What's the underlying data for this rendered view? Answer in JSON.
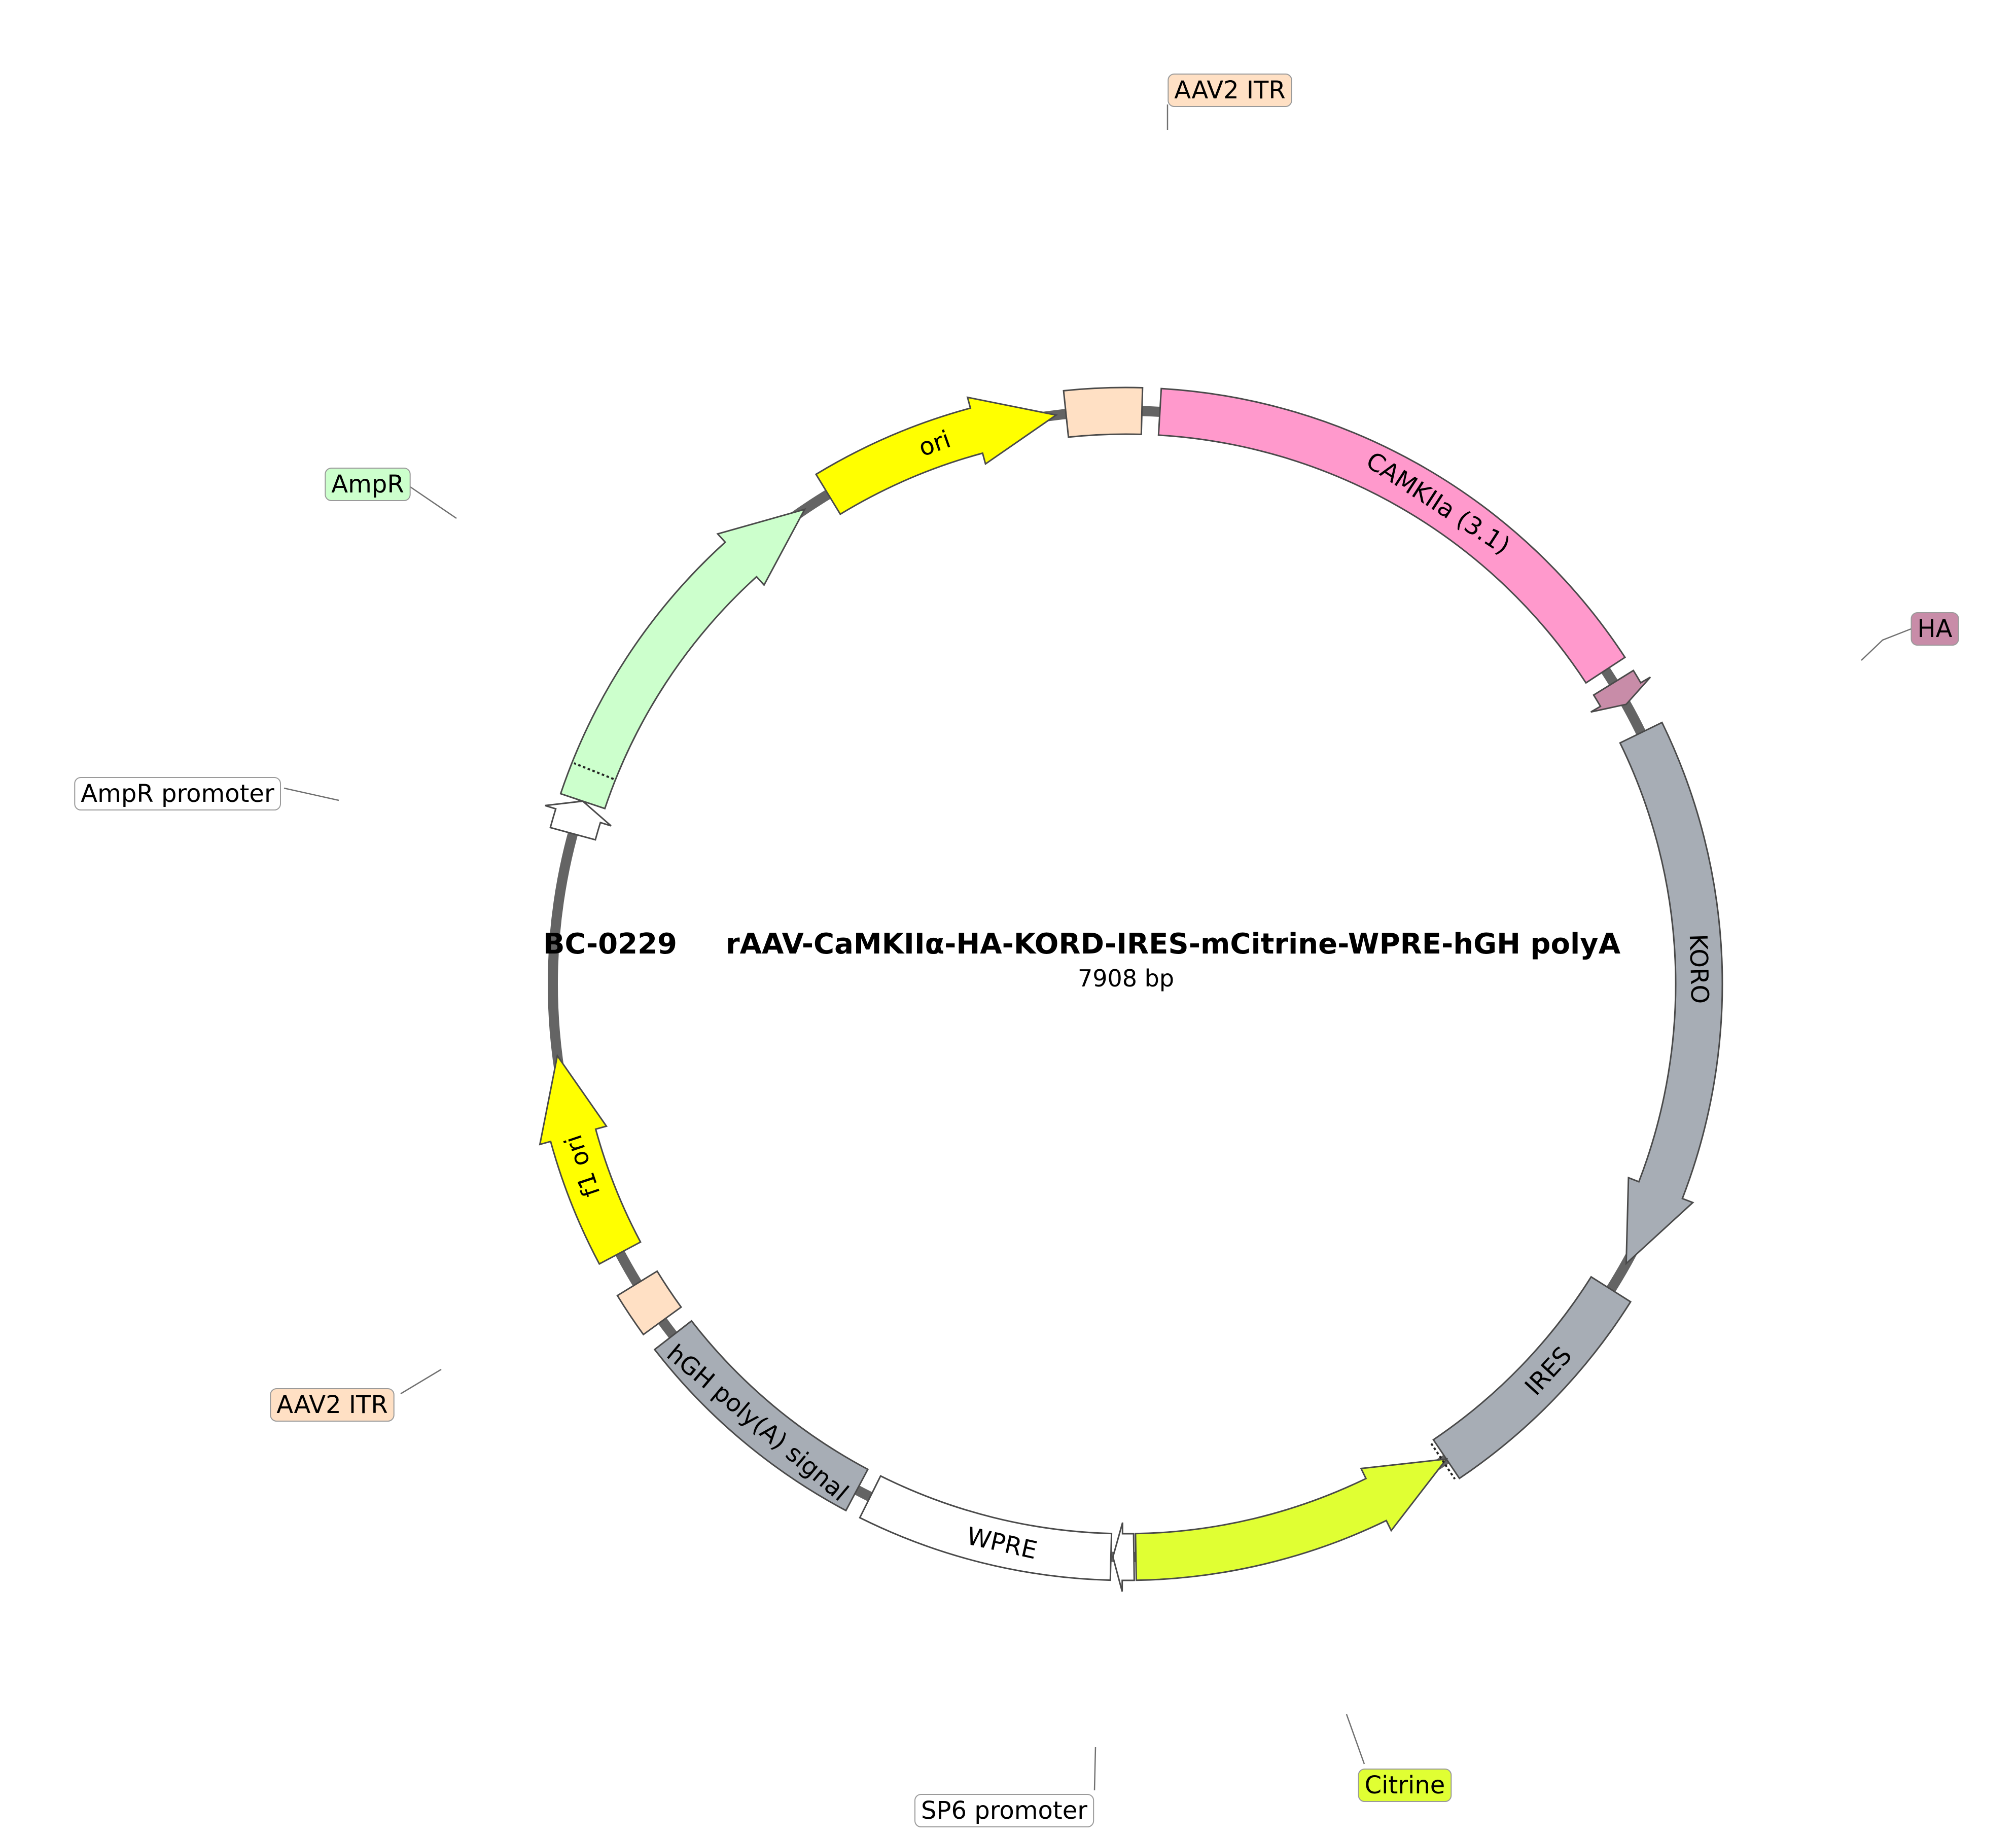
{
  "plasmid": {
    "id": "BC-0229",
    "name": "rAAV-CaMKIIα-HA-KORD-IRES-mCitrine-WPRE-hGH polyA",
    "size": "7908 bp"
  },
  "features": [
    {
      "key": "aav2-itr-top",
      "label": "AAV2 ITR",
      "shape": "box",
      "color": "#ffe0c4",
      "labelStyle": "callout"
    },
    {
      "key": "camkiia",
      "label": "CAMKIIa (3.1)",
      "shape": "box",
      "color": "#ff99cc",
      "labelStyle": "inside"
    },
    {
      "key": "ha",
      "label": "HA",
      "shape": "arrow",
      "color": "#c88ca8",
      "labelStyle": "callout"
    },
    {
      "key": "koro",
      "label": "KORO",
      "shape": "arrow",
      "color": "#a7adb5",
      "labelStyle": "inside"
    },
    {
      "key": "ires",
      "label": "IRES",
      "shape": "box",
      "color": "#a7adb5",
      "labelStyle": "inside"
    },
    {
      "key": "citrine",
      "label": "Citrine",
      "shape": "arrow",
      "color": "#e0ff33",
      "labelStyle": "callout"
    },
    {
      "key": "sp6-promoter",
      "label": "SP6 promoter",
      "shape": "arrow",
      "color": "#ffffff",
      "labelStyle": "callout"
    },
    {
      "key": "wpre",
      "label": "WPRE",
      "shape": "box",
      "color": "#ffffff",
      "labelStyle": "inside"
    },
    {
      "key": "hgh-polya",
      "label": "hGH poly(A) signal",
      "shape": "box",
      "color": "#a7adb5",
      "labelStyle": "inside"
    },
    {
      "key": "aav2-itr-bottom",
      "label": "AAV2 ITR",
      "shape": "box",
      "color": "#ffe0c4",
      "labelStyle": "callout"
    },
    {
      "key": "f1-ori",
      "label": "f1 ori",
      "shape": "arrow",
      "color": "#ffff00",
      "labelStyle": "inside"
    },
    {
      "key": "ampr-promoter",
      "label": "AmpR promoter",
      "shape": "arrow",
      "color": "#ffffff",
      "labelStyle": "callout"
    },
    {
      "key": "ampr",
      "label": "AmpR",
      "shape": "arrow",
      "color": "#ccffcc",
      "labelStyle": "callout"
    },
    {
      "key": "ori",
      "label": "ori",
      "shape": "arrow",
      "color": "#ffff00",
      "labelStyle": "inside"
    }
  ],
  "colors": {
    "backbone": "#646464",
    "outline": "#4a4a4a",
    "calloutLine": "#707070"
  }
}
